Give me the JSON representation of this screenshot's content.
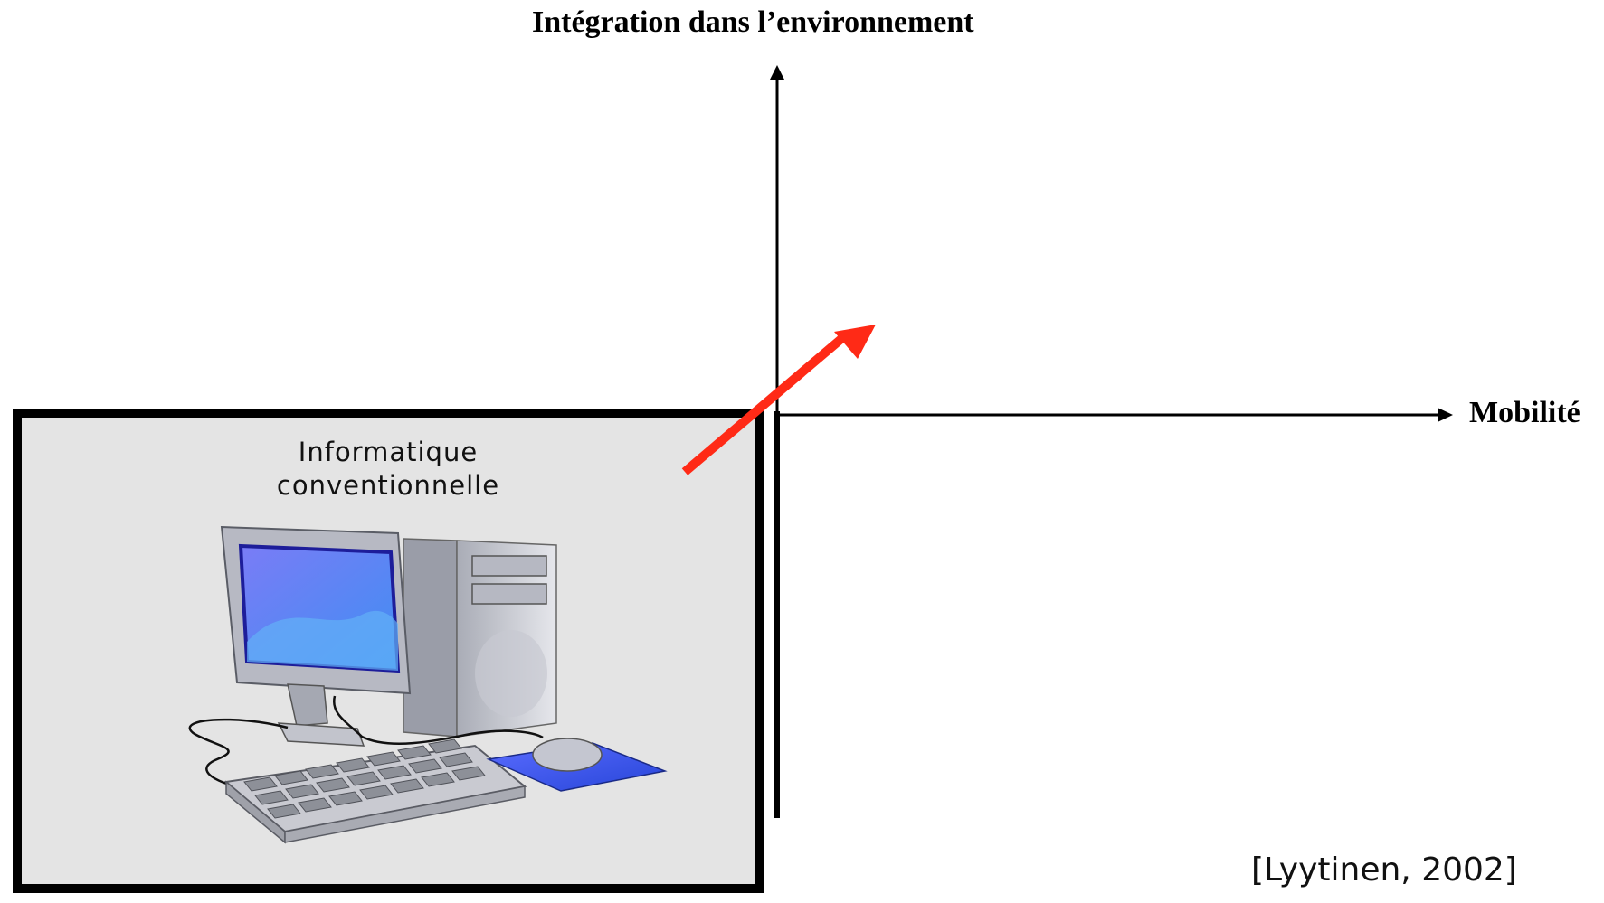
{
  "axes": {
    "y_title": "Intégration dans l’environnement",
    "x_title": "Mobilité"
  },
  "quadrant": {
    "label_line1": "Informatique",
    "label_line2": "conventionnelle",
    "fill_color": "#e4e4e4",
    "illustration": "desktop-computer-icon"
  },
  "trend_arrow": {
    "color": "#ff2a16"
  },
  "citation": "[Lyytinen, 2002]"
}
